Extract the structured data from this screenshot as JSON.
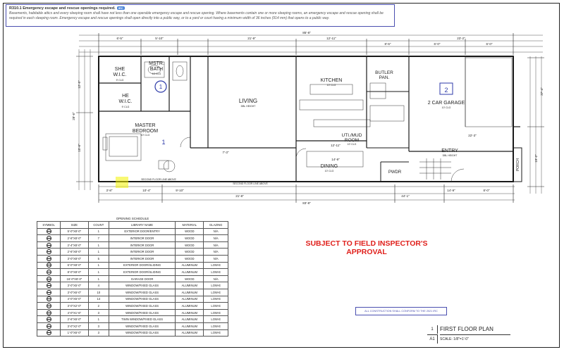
{
  "code_note": {
    "title": "R310.1 Emergency escape and rescue openings required.",
    "badge": "IRC",
    "body": "Basements, habitable attics and every sleeping room shall have not less than one operable emergency escape and rescue opening. Where basements contain one or more sleeping rooms, an emergency escape and rescue opening shall be required in each sleeping room. Emergency escape and rescue openings shall open directly into a public way, or to a yard or court having a minimum width of 36 inches (914 mm) that opens to a public way."
  },
  "rooms": {
    "she_wic": "SHE",
    "she_wic2": "W.I.C.",
    "she_clg": "9' CLG",
    "he_wic": "HE",
    "he_wic2": "W.I.C.",
    "he_clg": "9' CLG",
    "mstr_bath": "MSTR.",
    "mstr_bath2": "BATH",
    "mstr_bath_clg": "10' CLG",
    "living": "LIVING",
    "living_clg": "DBL HEIGHT",
    "kitchen": "KITCHEN",
    "kitchen_clg": "10' CLG",
    "butler": "BUTLER",
    "butler2": "PAN.",
    "garage": "2 CAR GARAGE",
    "garage_clg": "10' CLG",
    "master": "MASTER",
    "master2": "BEDROOM",
    "master_clg": "10' CLG",
    "util": "UTI./MUD",
    "util2": "ROOM",
    "util_clg": "10' CLG",
    "dining": "DINING",
    "dining_clg": "10' CLG",
    "pwdr": "PWDR",
    "entry": "ENTRY",
    "entry_clg": "DBL HEIGHT",
    "porch": "PORCH",
    "second_floor_line": "SECOND FLOOR LINE ABOVE",
    "second_floor_line2": "SECOND FLOOR LINE ABOVE"
  },
  "markers": {
    "one": "1",
    "two": "2"
  },
  "dimensions": {
    "top_total": "85'-8\"",
    "top_a": "6'-5\"",
    "top_b": "5'-10\"",
    "top_c": "21'-9\"",
    "top_d": "12'-11\"",
    "top_e": "23'-2\"",
    "top_f": "8'-6\"",
    "top_g": "6'-0\"",
    "top_h": "6'-0\"",
    "bottom_total": "83'-8\"",
    "bottom_a": "21'-8\"",
    "bottom_b": "44'-1\"",
    "bottom_c": "10'-4\"",
    "bottom_d": "9'-10\"",
    "bottom_e": "14'-9\"",
    "bottom_f": "8'-0\"",
    "bottom_g": "3'-8\"",
    "left_a": "12'-5\"",
    "left_b": "15'-6\"",
    "left_c": "28'-6\"",
    "right_a": "37'-4\"",
    "right_b": "19'-2\"",
    "int_a": "14'-9\"",
    "int_b": "12'-11\"",
    "int_c": "22'-3\"",
    "int_d": "7'-3\""
  },
  "schedule": {
    "caption": "OPENING SCHEDULE",
    "headers": [
      "SYMBOL",
      "SIZE",
      "COUNT",
      "LIBRARY NAME",
      "MATERIAL",
      "GLAZING"
    ],
    "rows": [
      [
        "5'-0\"X8'-0\"",
        "1",
        "EXTERIOR DOOR/ENTRY",
        "WOOD",
        "N/A"
      ],
      [
        "2'-8\"X8'-0\"",
        "7",
        "INTERIOR DOOR",
        "WOOD",
        "N/A"
      ],
      [
        "2'-4\"X8'-0\"",
        "1",
        "INTERIOR DOOR",
        "WOOD",
        "N/A"
      ],
      [
        "2'-6\"X8'-0\"",
        "1",
        "INTERIOR DOOR",
        "WOOD",
        "N/A"
      ],
      [
        "3'-0\"X8'-0\"",
        "5",
        "INTERIOR DOOR",
        "WOOD",
        "N/A"
      ],
      [
        "6'-0\"X8'-0\"",
        "1",
        "EXTERIOR DOOR/SLIDING",
        "ALUMINUM",
        "LOW-E"
      ],
      [
        "8'-0\"X8'-0\"",
        "1",
        "EXTERIOR DOOR/SLIDING",
        "ALUMINUM",
        "LOW-E"
      ],
      [
        "16'-0\"X8'-0\"",
        "1",
        "GARAGE DOOR",
        "WOOD",
        "N/A"
      ],
      [
        "3'-0\"X5'-0\"",
        "4",
        "WINDOW/FIXED GLASS",
        "ALUMINUM",
        "LOW-E"
      ],
      [
        "3'-0\"X6'-0\"",
        "10",
        "WINDOW/FIXED GLASS",
        "ALUMINUM",
        "LOW-E"
      ],
      [
        "4'-0\"X5'-0\"",
        "14",
        "WINDOW/FIXED GLASS",
        "ALUMINUM",
        "LOW-E"
      ],
      [
        "3'-0\"X2'-0\"",
        "2",
        "WINDOW/FIXED GLASS",
        "ALUMINUM",
        "LOW-E"
      ],
      [
        "4'-0\"X1'-6\"",
        "3",
        "WINDOW/FIXED GLASS",
        "ALUMINUM",
        "LOW-E"
      ],
      [
        "2'-6\"X6'-0\"",
        "1",
        "TWIN WINDOW/FIXED GLASS",
        "ALUMINUM",
        "LOW-E"
      ],
      [
        "3'-0\"X2'-0\"",
        "3",
        "WINDOW/FIXED GLASS",
        "ALUMINUM",
        "LOW-E"
      ],
      [
        "1'-0\"X6'-0\"",
        "3",
        "WINDOW/FIXED GLASS",
        "ALUMINUM",
        "LOW-E"
      ]
    ]
  },
  "stamp": {
    "line1": "SUBJECT TO FIELD INSPECTOR'S",
    "line2": "APPROVAL"
  },
  "conform_note": "ALL CONSTRUCTION SHALL CONFORM TO THE 2021 IRC",
  "title_block": {
    "number": "1",
    "sheet": "A1",
    "name": "FIRST FLOOR PLAN",
    "scale": "SCALE: 1/8\"=1'-0\""
  },
  "colors": {
    "marker_blue": "#2d3aa8",
    "highlight": "#f2f200",
    "stamp_red": "#e0201c",
    "note_border": "#4a4fb0"
  }
}
